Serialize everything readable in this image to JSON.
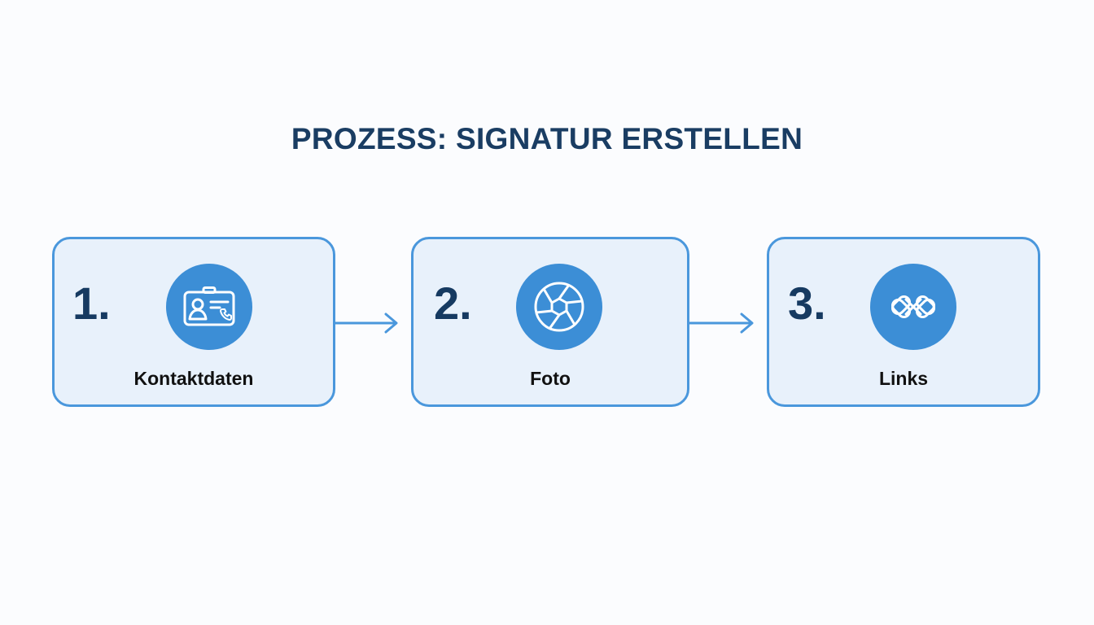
{
  "diagram": {
    "title": "PROZESS: SIGNATUR ERSTELLEN",
    "steps": [
      {
        "number": "1.",
        "label": "Kontaktdaten",
        "icon": "contact-card-icon"
      },
      {
        "number": "2.",
        "label": "Foto",
        "icon": "camera-aperture-icon"
      },
      {
        "number": "3.",
        "label": "Links",
        "icon": "chain-link-icon"
      }
    ],
    "colors": {
      "title": "#1a3d63",
      "box_fill": "#e8f1fb",
      "box_border": "#4a97dc",
      "icon_circle": "#3c8ed6",
      "number": "#163a61",
      "label": "#111111"
    }
  }
}
